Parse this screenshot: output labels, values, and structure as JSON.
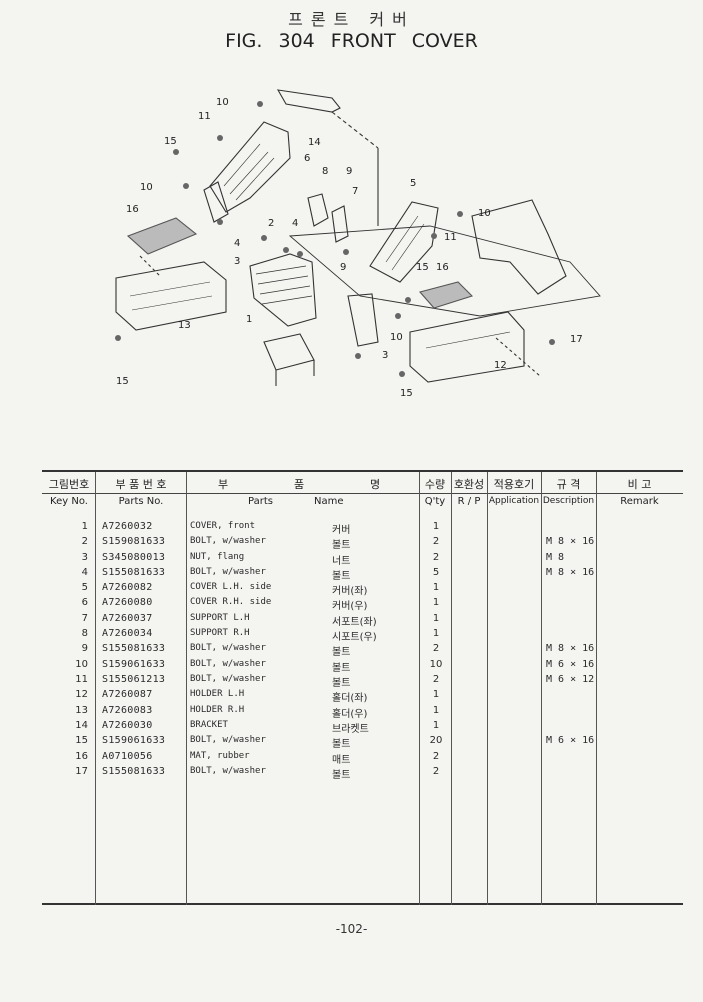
{
  "title": {
    "korean": "프론트 커버",
    "figure": "FIG. 304",
    "english": "FRONT COVER"
  },
  "diagram_callouts": [
    "1",
    "2",
    "3",
    "4",
    "5",
    "6",
    "7",
    "8",
    "9",
    "10",
    "11",
    "12",
    "13",
    "14",
    "15",
    "16",
    "17"
  ],
  "headers": {
    "key_ko": "그림번호",
    "key_en": "Key No.",
    "part_ko": "부 품 번 호",
    "part_en": "Parts No.",
    "name_ko_1": "부",
    "name_ko_2": "품",
    "name_ko_3": "명",
    "name_en_1": "Parts",
    "name_en_2": "Name",
    "qty_ko": "수량",
    "qty_en": "Q'ty",
    "rp_ko": "호환성",
    "rp_en": "R / P",
    "app_ko": "적용호기",
    "app_en": "Application",
    "desc_ko": "규 격",
    "desc_en": "Description",
    "remark_ko": "비 고",
    "remark_en": "Remark"
  },
  "parts": [
    {
      "key": "1",
      "part_no": "A7260032",
      "name": "COVER, front",
      "name_ko": "커버",
      "qty": "1",
      "desc": ""
    },
    {
      "key": "2",
      "part_no": "S159081633",
      "name": "BOLT, w/washer",
      "name_ko": "볼트",
      "qty": "2",
      "desc": "M 8 × 16"
    },
    {
      "key": "3",
      "part_no": "S345080013",
      "name": "NUT, flang",
      "name_ko": "너트",
      "qty": "2",
      "desc": "M 8"
    },
    {
      "key": "4",
      "part_no": "S155081633",
      "name": "BOLT, w/washer",
      "name_ko": "볼트",
      "qty": "5",
      "desc": "M 8 × 16"
    },
    {
      "key": "5",
      "part_no": "A7260082",
      "name": "COVER L.H. side",
      "name_ko": "커버(좌)",
      "qty": "1",
      "desc": ""
    },
    {
      "key": "6",
      "part_no": "A7260080",
      "name": "COVER R.H. side",
      "name_ko": "커버(우)",
      "qty": "1",
      "desc": ""
    },
    {
      "key": "7",
      "part_no": "A7260037",
      "name": "SUPPORT L.H",
      "name_ko": "서포트(좌)",
      "qty": "1",
      "desc": ""
    },
    {
      "key": "8",
      "part_no": "A7260034",
      "name": "SUPPORT R.H",
      "name_ko": "시포트(우)",
      "qty": "1",
      "desc": ""
    },
    {
      "key": "9",
      "part_no": "S155081633",
      "name": "BOLT, w/washer",
      "name_ko": "볼트",
      "qty": "2",
      "desc": "M 8 × 16"
    },
    {
      "key": "10",
      "part_no": "S159061633",
      "name": "BOLT, w/washer",
      "name_ko": "볼트",
      "qty": "10",
      "desc": "M 6 × 16"
    },
    {
      "key": "11",
      "part_no": "S155061213",
      "name": "BOLT, w/washer",
      "name_ko": "볼트",
      "qty": "2",
      "desc": "M 6 × 12"
    },
    {
      "key": "12",
      "part_no": "A7260087",
      "name": "HOLDER L.H",
      "name_ko": "홀더(좌)",
      "qty": "1",
      "desc": ""
    },
    {
      "key": "13",
      "part_no": "A7260083",
      "name": "HOLDER R.H",
      "name_ko": "홀더(우)",
      "qty": "1",
      "desc": ""
    },
    {
      "key": "14",
      "part_no": "A7260030",
      "name": "BRACKET",
      "name_ko": "브라켓트",
      "qty": "1",
      "desc": ""
    },
    {
      "key": "15",
      "part_no": "S159061633",
      "name": "BOLT, w/washer",
      "name_ko": "볼트",
      "qty": "20",
      "desc": "M 6 × 16"
    },
    {
      "key": "16",
      "part_no": "A0710056",
      "name": "MAT, rubber",
      "name_ko": "매트",
      "qty": "2",
      "desc": ""
    },
    {
      "key": "17",
      "part_no": "S155081633",
      "name": "BOLT, w/washer",
      "name_ko": "볼트",
      "qty": "2",
      "desc": ""
    }
  ],
  "page_number": "-102-"
}
